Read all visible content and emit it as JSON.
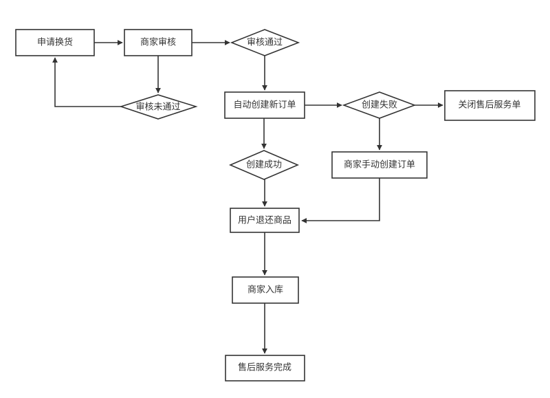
{
  "nodes": {
    "apply_exchange": "申请换货",
    "merchant_review": "商家审核",
    "review_passed": "审核通过",
    "review_failed": "审核未通过",
    "auto_create_order": "自动创建新订单",
    "create_failed": "创建失败",
    "close_aftersale": "关闭售后服务单",
    "create_success": "创建成功",
    "manual_create_order": "商家手动创建订单",
    "user_return": "用户退还商品",
    "merchant_stock_in": "商家入库",
    "aftersale_complete": "售后服务完成"
  },
  "colors": {
    "stroke": "#333333",
    "fill": "#ffffff",
    "text": "#333333"
  }
}
